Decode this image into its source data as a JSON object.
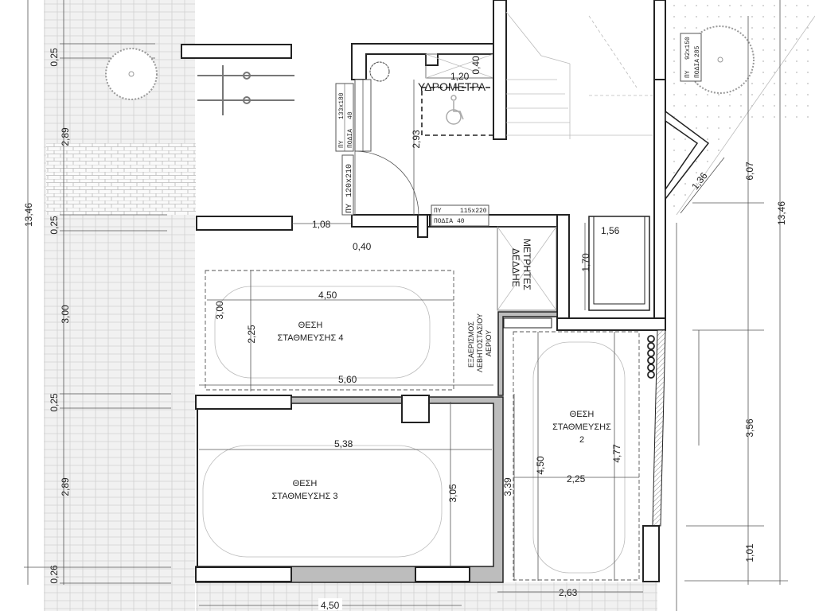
{
  "title": "Ground floor plan - parking and entrance",
  "colors": {
    "line": "#222222",
    "paving": "#e6e6e6",
    "wall_fill": "#bdbdbd"
  },
  "rooms": {
    "hydrometers": "ΥΔΡΟΜΕΤΡΑ",
    "meters": [
      "ΜΕΤΡΗΤΕΣ",
      "ΔΕΔΔΗΕ"
    ],
    "gas_vent": [
      "ΕΞΑΕΡΙΣΜΟΣ",
      "ΛΕΒΗΤΟΣΤΑΣΙΟΥ",
      "ΑΕΡΙΟΥ"
    ],
    "parking_4": [
      "ΘΕΣΗ",
      "ΣΤΑΘΜΕΥΣΗΣ 4"
    ],
    "parking_3": [
      "ΘΕΣΗ",
      "ΣΤΑΘΜΕΥΣΗΣ 3"
    ],
    "parking_2": [
      "ΘΕΣΗ",
      "ΣΤΑΘΜΕΥΣΗΣ",
      "2"
    ]
  },
  "openings": {
    "window_1": [
      "ΠΥ",
      "133x180",
      "ΠΟΔΙΑ",
      "40"
    ],
    "door_1": [
      "ΠΥ",
      "120x210"
    ],
    "window_2": [
      "ΠΥ",
      "115x220",
      "ΠΟΔΙΑ",
      "40"
    ],
    "window_3": [
      "ΠΥ",
      "92x150",
      "ΠΟΔΙΑ",
      "285"
    ]
  },
  "dimensions": {
    "left_total": "13,46",
    "left_a": "0,25",
    "left_b": "2,89",
    "left_c": "0,25",
    "left_d": "3,00",
    "left_e": "0,25",
    "left_f": "2,89",
    "left_g": "0,26",
    "entry_width": "1,20",
    "entry_depth": "0,40",
    "entry_height": "2,93",
    "gap": "1,08",
    "wall": "0,40",
    "shaft_w": "1,56",
    "shaft_h": "1,70",
    "p4_len": "4,50",
    "p4_w": "2,25",
    "p4_h": "3,00",
    "p4_total": "5,60",
    "p3_len": "5,38",
    "p3_w": "3,05",
    "p3_side": "3,39",
    "p2_len": "4,50",
    "p2_w": "2,25",
    "p2_side": "4,77",
    "bottom_a": "2,63",
    "bottom_b": "4,50",
    "right_total": "13,46",
    "right_a": "6,07",
    "right_b": "3,56",
    "right_c": "1,01",
    "diag": "1,36"
  }
}
